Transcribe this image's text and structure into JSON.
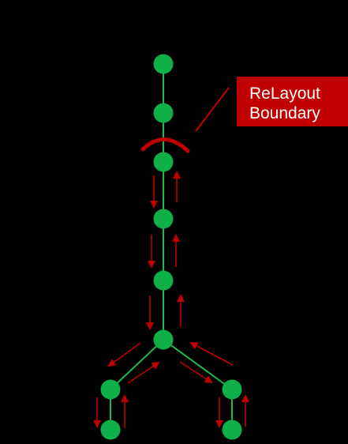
{
  "callout": {
    "line1": "ReLayout",
    "line2": "Boundary"
  },
  "colors": {
    "background": "#000000",
    "node": "#0fb04a",
    "edge": "#1fb84f",
    "arrow": "#c00000",
    "callout_fill": "#c00000",
    "callout_text": "#ffffff"
  },
  "tree": {
    "nodes": [
      "root",
      "n1",
      "n2",
      "n3",
      "n4",
      "branch",
      "left-child",
      "right-child",
      "left-leaf",
      "right-leaf"
    ],
    "edges": [
      [
        "root",
        "n1"
      ],
      [
        "n1",
        "n2"
      ],
      [
        "n2",
        "n3"
      ],
      [
        "n3",
        "n4"
      ],
      [
        "n4",
        "branch"
      ],
      [
        "branch",
        "left-child"
      ],
      [
        "branch",
        "right-child"
      ],
      [
        "left-child",
        "left-leaf"
      ],
      [
        "right-child",
        "right-leaf"
      ]
    ],
    "boundary_above": "n2"
  }
}
